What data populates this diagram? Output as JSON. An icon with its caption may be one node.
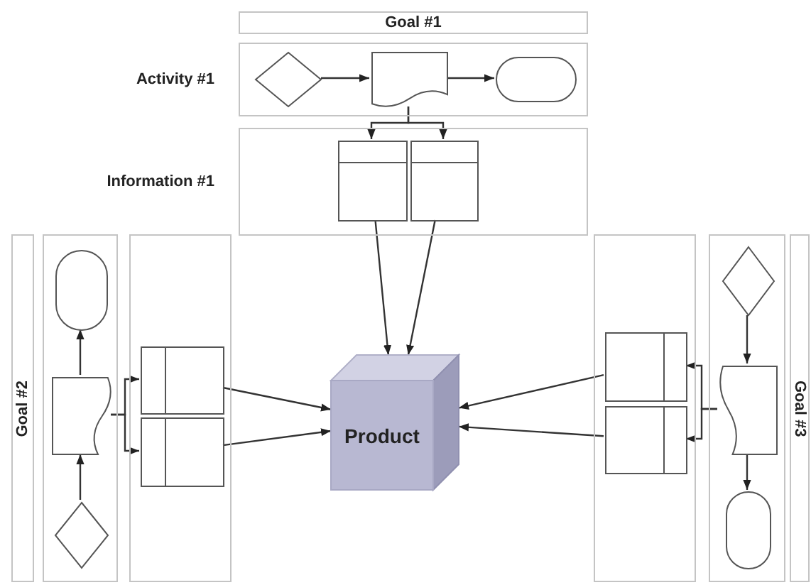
{
  "diagram": {
    "nodes": [
      {
        "text": [
          "Goal #1"
        ]
      },
      {
        "text": [
          "Activity #1"
        ]
      },
      {
        "text": [
          "Information #1"
        ]
      },
      {
        "text": [],
        "shape": "diamond",
        "in": 1
      },
      {
        "text": [],
        "shape": "document",
        "in": 1
      },
      {
        "text": [],
        "shape": "terminal",
        "in": 1
      },
      {
        "text": [],
        "shape": "table",
        "in": 2
      },
      {
        "text": [],
        "shape": "table",
        "in": 2
      },
      {
        "text": [
          "Goal #2"
        ]
      },
      {
        "text": [],
        "shape": "box"
      },
      {
        "text": [],
        "shape": "box"
      },
      {
        "text": [],
        "shape": "terminal",
        "in": 9
      },
      {
        "text": [],
        "shape": "document",
        "in": 9
      },
      {
        "text": [],
        "shape": "diamond",
        "in": 9
      },
      {
        "text": [],
        "shape": "table",
        "in": 10
      },
      {
        "text": [],
        "shape": "table",
        "in": 10
      },
      {
        "text": [],
        "shape": "box"
      },
      {
        "text": [],
        "shape": "box"
      },
      {
        "text": [
          "Goal #3"
        ]
      },
      {
        "text": [],
        "shape": "table",
        "in": 16
      },
      {
        "text": [],
        "shape": "table",
        "in": 16
      },
      {
        "text": [],
        "shape": "diamond",
        "in": 17
      },
      {
        "text": [],
        "shape": "document",
        "in": 17
      },
      {
        "text": [],
        "shape": "terminal",
        "in": 17
      },
      {
        "text": [
          "Product"
        ]
      }
    ],
    "edges": [
      {
        "from": 3,
        "to": 4,
        "arrow": "to"
      },
      {
        "from": 4,
        "to": 5,
        "arrow": "to"
      },
      {
        "from": 4,
        "to": 6,
        "arrow": "to"
      },
      {
        "from": 4,
        "to": 7,
        "arrow": "to"
      },
      {
        "from": 6,
        "to": 24,
        "arrow": "to"
      },
      {
        "from": 7,
        "to": 24,
        "arrow": "to"
      },
      {
        "from": 13,
        "to": 12,
        "arrow": "to"
      },
      {
        "from": 12,
        "to": 11,
        "arrow": "to"
      },
      {
        "from": 12,
        "to": 14,
        "arrow": "to"
      },
      {
        "from": 12,
        "to": 15,
        "arrow": "to"
      },
      {
        "from": 14,
        "to": 24,
        "arrow": "to"
      },
      {
        "from": 15,
        "to": 24,
        "arrow": "to"
      },
      {
        "from": 21,
        "to": 22,
        "arrow": "to"
      },
      {
        "from": 22,
        "to": 23,
        "arrow": "to"
      },
      {
        "from": 22,
        "to": 19,
        "arrow": "to"
      },
      {
        "from": 22,
        "to": 20,
        "arrow": "to"
      },
      {
        "from": 19,
        "to": 24,
        "arrow": "to"
      },
      {
        "from": 20,
        "to": 24,
        "arrow": "to"
      }
    ]
  }
}
